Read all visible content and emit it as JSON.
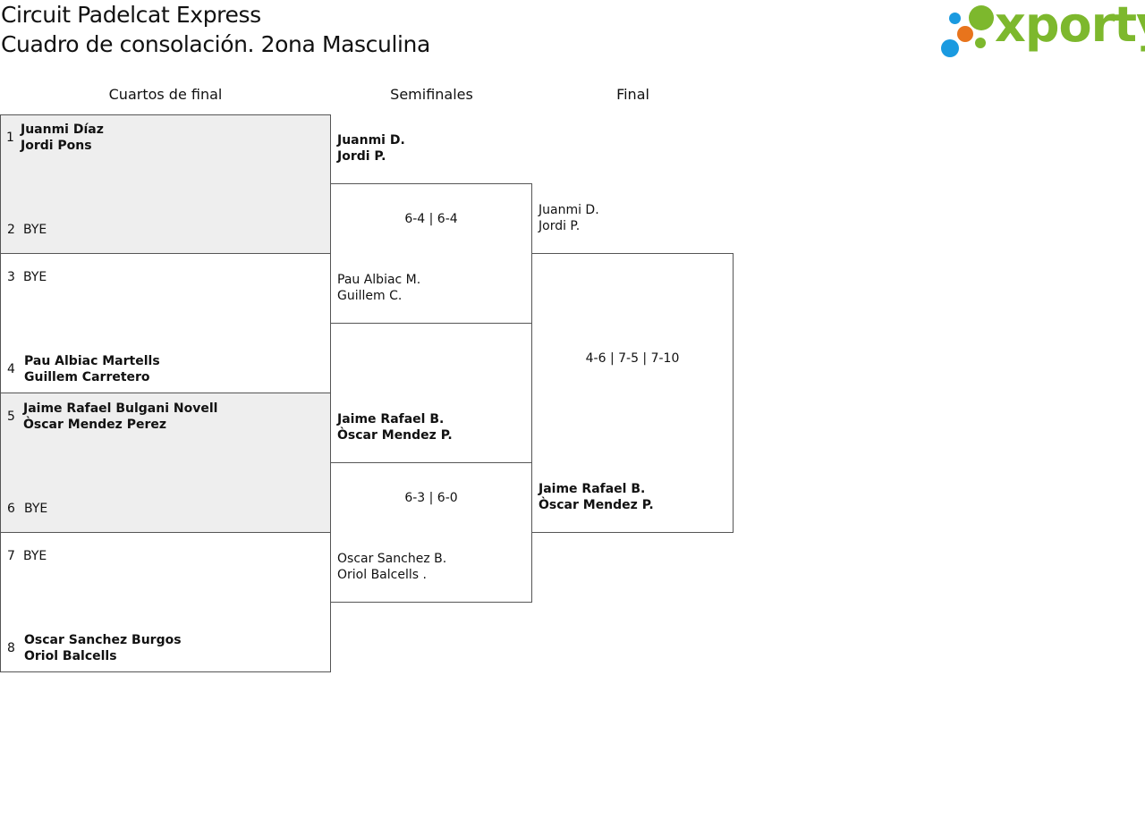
{
  "header": {
    "title": "Circuit Padelcat Express",
    "subtitle": "Cuadro de consolación. 2ona Masculina",
    "logo_text": "xporty",
    "logo_colors": {
      "green": "#7db82d",
      "blue": "#1a9ae0",
      "orange": "#e8741c"
    }
  },
  "rounds": {
    "quarterfinals": "Cuartos de final",
    "semifinals": "Semifinales",
    "final": "Final"
  },
  "quarterfinals": [
    {
      "seed": "1",
      "p1": "Juanmi Díaz",
      "p2": "Jordi Pons"
    },
    {
      "seed": "2",
      "p1": "BYE"
    },
    {
      "seed": "3",
      "p1": "BYE"
    },
    {
      "seed": "4",
      "p1": "Pau Albiac Martells",
      "p2": "Guillem Carretero"
    },
    {
      "seed": "5",
      "p1": "Jaime Rafael Bulgani Novell",
      "p2": "Òscar Mendez Perez"
    },
    {
      "seed": "6",
      "p1": "BYE"
    },
    {
      "seed": "7",
      "p1": "BYE"
    },
    {
      "seed": "8",
      "p1": "Oscar Sanchez Burgos",
      "p2": "Oriol Balcells"
    }
  ],
  "semifinals": [
    {
      "top": {
        "p1": "Juanmi D.",
        "p2": "Jordi P."
      },
      "score": "6-4 | 6-4",
      "bottom": {
        "p1": "Pau Albiac M.",
        "p2": "Guillem C."
      }
    },
    {
      "top": {
        "p1": "Jaime Rafael B.",
        "p2": "Òscar Mendez P."
      },
      "score": "6-3 | 6-0",
      "bottom": {
        "p1": "Oscar Sanchez B.",
        "p2": "Oriol Balcells ."
      }
    }
  ],
  "final": {
    "top": {
      "p1": "Juanmi D.",
      "p2": "Jordi P."
    },
    "score": "4-6 | 7-5 | 7-10",
    "bottom": {
      "p1": "Jaime Rafael B.",
      "p2": "Òscar Mendez P."
    }
  }
}
